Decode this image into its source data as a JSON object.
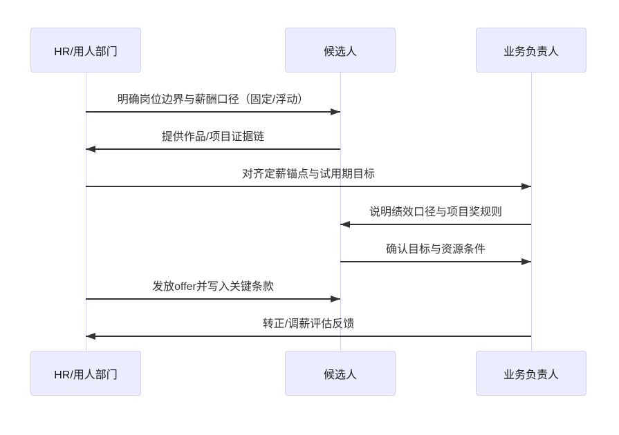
{
  "diagram": {
    "type": "sequence-diagram",
    "actors": [
      {
        "id": "hr",
        "label": "HR/用人部门"
      },
      {
        "id": "candidate",
        "label": "候选人"
      },
      {
        "id": "owner",
        "label": "业务负责人"
      }
    ],
    "messages": [
      {
        "from": 0,
        "to": 1,
        "label": "明确岗位边界与薪酬口径（固定/浮动）"
      },
      {
        "from": 1,
        "to": 0,
        "label": "提供作品/项目证据链"
      },
      {
        "from": 0,
        "to": 2,
        "label": "对齐定薪锚点与试用期目标"
      },
      {
        "from": 2,
        "to": 1,
        "label": "说明绩效口径与项目奖规则"
      },
      {
        "from": 1,
        "to": 2,
        "label": "确认目标与资源条件"
      },
      {
        "from": 0,
        "to": 1,
        "label": "发放offer并写入关键条款"
      },
      {
        "from": 2,
        "to": 0,
        "label": "转正/调薪评估反馈"
      }
    ],
    "colors": {
      "background": "#FFFFFF",
      "actor_fill": "#ECECFF",
      "actor_border": "#D4D0EA",
      "actor_text": "#1A1A1A",
      "lifeline": "#D5CFF2",
      "arrow": "#333333",
      "message_text": "#333333"
    }
  }
}
